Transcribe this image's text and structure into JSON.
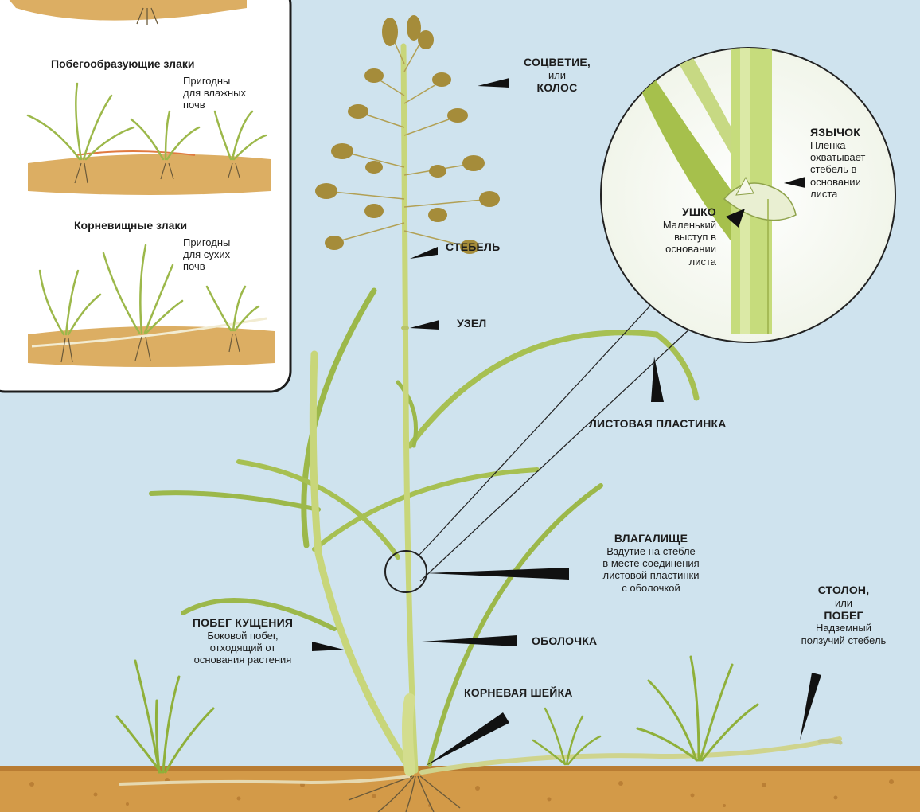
{
  "inset": {
    "row1": {
      "title": "Побегообразующие злаки",
      "note": "Пригодны\nдля влажных\nпочв"
    },
    "row2": {
      "title": "Корневищные злаки",
      "note": "Пригодны\nдля сухих\nпочв"
    }
  },
  "labels": {
    "inflorescence": {
      "title": "СОЦВЕТИЕ,",
      "or": "или",
      "alt": "КОЛОС"
    },
    "stem": {
      "title": "СТЕБЕЛЬ"
    },
    "node": {
      "title": "УЗЕЛ"
    },
    "blade": {
      "title": "ЛИСТОВАЯ ПЛАСТИНКА"
    },
    "sheath_bulge": {
      "title": "ВЛАГАЛИЩЕ",
      "desc": "Вздутие на стебле\nв месте соединения\nлистовой пластинки\nс оболочкой"
    },
    "sheath": {
      "title": "ОБОЛОЧКА"
    },
    "crown": {
      "title": "КОРНЕВАЯ ШЕЙКА"
    },
    "tiller": {
      "title": "ПОБЕГ КУЩЕНИЯ",
      "desc": "Боковой побег,\nотходящий от\nоснования растения"
    },
    "stolon": {
      "title": "СТОЛОН,",
      "or": "или",
      "alt": "ПОБЕГ",
      "desc": "Надземный\nползучий стебель"
    },
    "ligule": {
      "title": "ЯЗЫЧОК",
      "desc": "Пленка\nохватывает\nстебель в\nосновании\nлиста"
    },
    "auricle": {
      "title": "УШКО",
      "desc": "Маленький\nвыступ в\nосновании\nлиста"
    }
  },
  "colors": {
    "sky": "#cfe3ee",
    "soil": "#d9a24e",
    "leaf": "#9cb84a",
    "stem": "#c8d67a",
    "flower": "#a58c3a",
    "inset_bg": "#ffffff"
  }
}
